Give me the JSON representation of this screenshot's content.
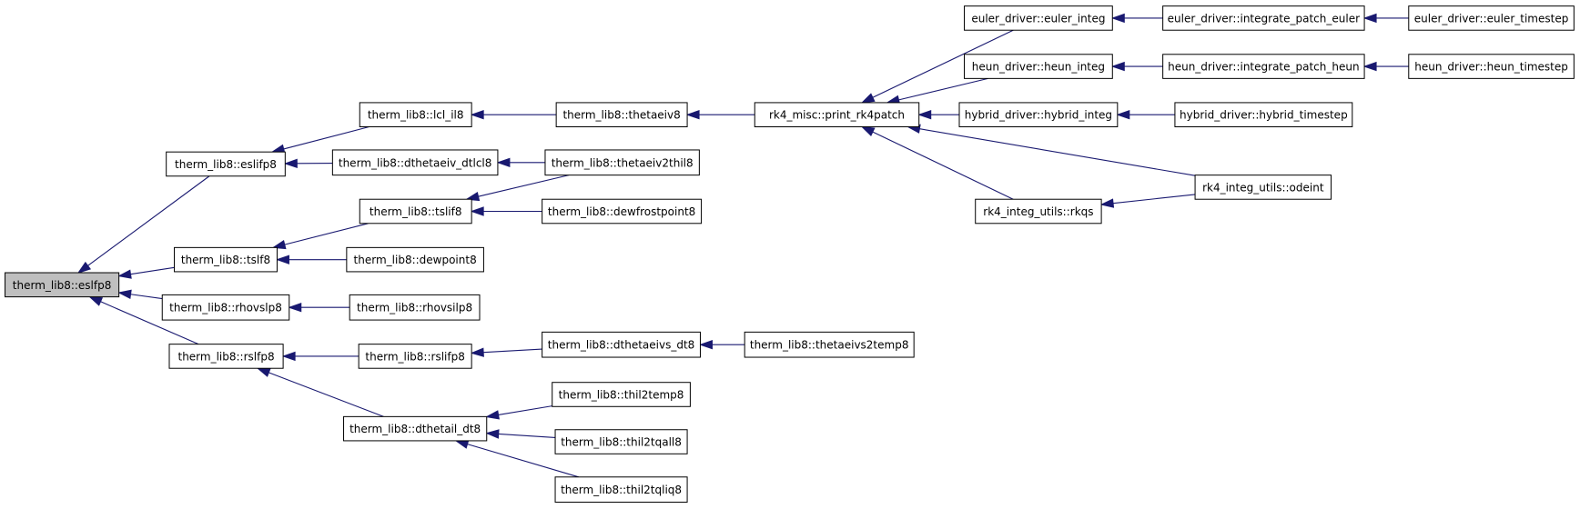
{
  "graph": {
    "root": "therm_lib8::eslfp8",
    "colors": {
      "edge": "#191970",
      "node_border": "#000000",
      "node_fill": "#ffffff",
      "root_fill": "#bfbfbf"
    },
    "nodes": [
      {
        "id": "eslfp8",
        "label": "therm_lib8::eslfp8"
      },
      {
        "id": "eslifp8",
        "label": "therm_lib8::eslifp8"
      },
      {
        "id": "tslf8",
        "label": "therm_lib8::tslf8"
      },
      {
        "id": "rhovslp8",
        "label": "therm_lib8::rhovslp8"
      },
      {
        "id": "rslfp8",
        "label": "therm_lib8::rslfp8"
      },
      {
        "id": "lcl_il8",
        "label": "therm_lib8::lcl_il8"
      },
      {
        "id": "dthetaeiv_dtlcl8",
        "label": "therm_lib8::dthetaeiv_dtlcl8"
      },
      {
        "id": "tslif8",
        "label": "therm_lib8::tslif8"
      },
      {
        "id": "dewpoint8",
        "label": "therm_lib8::dewpoint8"
      },
      {
        "id": "rhovsilp8",
        "label": "therm_lib8::rhovsilp8"
      },
      {
        "id": "rslifp8",
        "label": "therm_lib8::rslifp8"
      },
      {
        "id": "dthetail_dt8",
        "label": "therm_lib8::dthetail_dt8"
      },
      {
        "id": "thetaeiv8",
        "label": "therm_lib8::thetaeiv8"
      },
      {
        "id": "thetaeiv2thil8",
        "label": "therm_lib8::thetaeiv2thil8"
      },
      {
        "id": "dewfrostpoint8",
        "label": "therm_lib8::dewfrostpoint8"
      },
      {
        "id": "dthetaeivs_dt8",
        "label": "therm_lib8::dthetaeivs_dt8"
      },
      {
        "id": "thil2temp8",
        "label": "therm_lib8::thil2temp8"
      },
      {
        "id": "thil2tqall8",
        "label": "therm_lib8::thil2tqall8"
      },
      {
        "id": "thil2tqliq8",
        "label": "therm_lib8::thil2tqliq8"
      },
      {
        "id": "print_rk4patch",
        "label": "rk4_misc::print_rk4patch"
      },
      {
        "id": "thetaeivs2temp8",
        "label": "therm_lib8::thetaeivs2temp8"
      },
      {
        "id": "euler_integ",
        "label": "euler_driver::euler_integ"
      },
      {
        "id": "heun_integ",
        "label": "heun_driver::heun_integ"
      },
      {
        "id": "hybrid_integ",
        "label": "hybrid_driver::hybrid_integ"
      },
      {
        "id": "rkqs",
        "label": "rk4_integ_utils::rkqs"
      },
      {
        "id": "odeint",
        "label": "rk4_integ_utils::odeint"
      },
      {
        "id": "integrate_patch_euler",
        "label": "euler_driver::integrate_patch_euler"
      },
      {
        "id": "integrate_patch_heun",
        "label": "heun_driver::integrate_patch_heun"
      },
      {
        "id": "hybrid_timestep",
        "label": "hybrid_driver::hybrid_timestep"
      },
      {
        "id": "euler_timestep",
        "label": "euler_driver::euler_timestep"
      },
      {
        "id": "heun_timestep",
        "label": "heun_driver::heun_timestep"
      }
    ],
    "edges": [
      {
        "from": "eslifp8",
        "to": "eslfp8"
      },
      {
        "from": "tslf8",
        "to": "eslfp8"
      },
      {
        "from": "rhovslp8",
        "to": "eslfp8"
      },
      {
        "from": "rslfp8",
        "to": "eslfp8"
      },
      {
        "from": "lcl_il8",
        "to": "eslifp8"
      },
      {
        "from": "dthetaeiv_dtlcl8",
        "to": "eslifp8"
      },
      {
        "from": "tslif8",
        "to": "tslf8"
      },
      {
        "from": "dewpoint8",
        "to": "tslf8"
      },
      {
        "from": "rhovsilp8",
        "to": "rhovslp8"
      },
      {
        "from": "rslifp8",
        "to": "rslfp8"
      },
      {
        "from": "dthetail_dt8",
        "to": "rslfp8"
      },
      {
        "from": "thetaeiv8",
        "to": "lcl_il8"
      },
      {
        "from": "thetaeiv2thil8",
        "to": "dthetaeiv_dtlcl8"
      },
      {
        "from": "thetaeiv2thil8",
        "to": "tslif8"
      },
      {
        "from": "dewfrostpoint8",
        "to": "tslif8"
      },
      {
        "from": "dthetaeivs_dt8",
        "to": "rslifp8"
      },
      {
        "from": "thil2temp8",
        "to": "dthetail_dt8"
      },
      {
        "from": "thil2tqall8",
        "to": "dthetail_dt8"
      },
      {
        "from": "thil2tqliq8",
        "to": "dthetail_dt8"
      },
      {
        "from": "print_rk4patch",
        "to": "thetaeiv8"
      },
      {
        "from": "thetaeivs2temp8",
        "to": "dthetaeivs_dt8"
      },
      {
        "from": "euler_integ",
        "to": "print_rk4patch"
      },
      {
        "from": "heun_integ",
        "to": "print_rk4patch"
      },
      {
        "from": "hybrid_integ",
        "to": "print_rk4patch"
      },
      {
        "from": "rkqs",
        "to": "print_rk4patch"
      },
      {
        "from": "odeint",
        "to": "print_rk4patch"
      },
      {
        "from": "integrate_patch_euler",
        "to": "euler_integ"
      },
      {
        "from": "integrate_patch_heun",
        "to": "heun_integ"
      },
      {
        "from": "hybrid_timestep",
        "to": "hybrid_integ"
      },
      {
        "from": "odeint",
        "to": "rkqs"
      },
      {
        "from": "euler_timestep",
        "to": "integrate_patch_euler"
      },
      {
        "from": "heun_timestep",
        "to": "integrate_patch_heun"
      }
    ]
  }
}
